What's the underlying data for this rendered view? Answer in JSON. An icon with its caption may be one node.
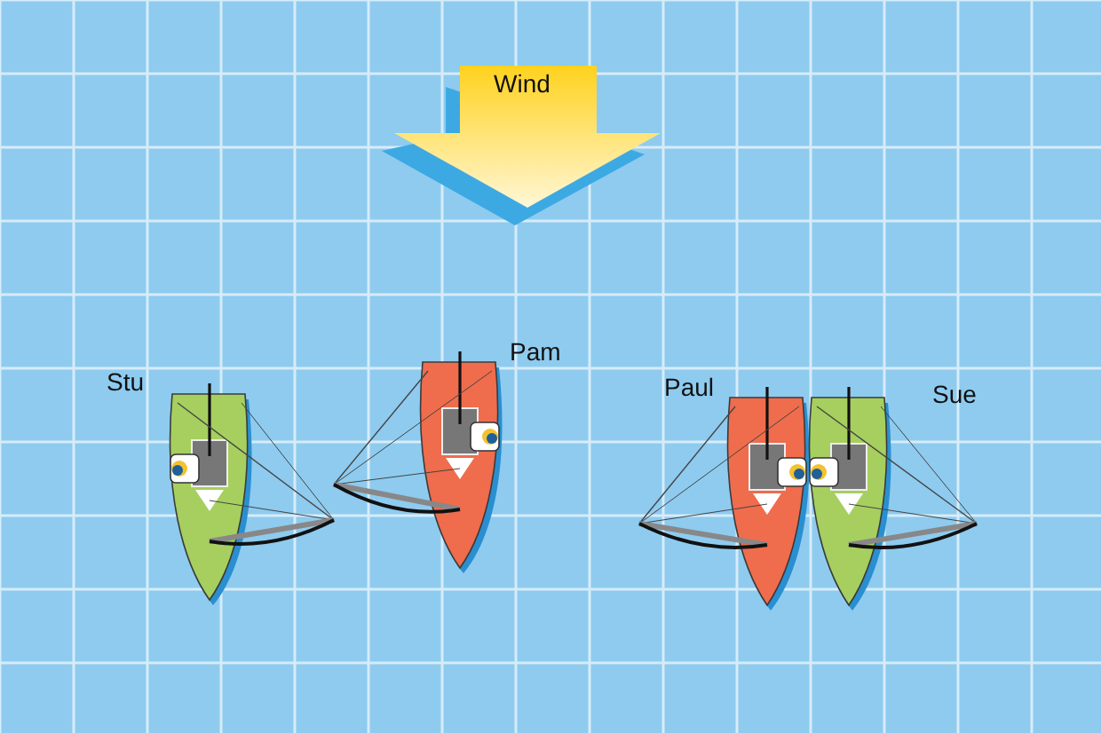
{
  "diagram": {
    "labels": [
      "Wind",
      "Stu",
      "Pam",
      "Paul",
      "Sue"
    ]
  }
}
